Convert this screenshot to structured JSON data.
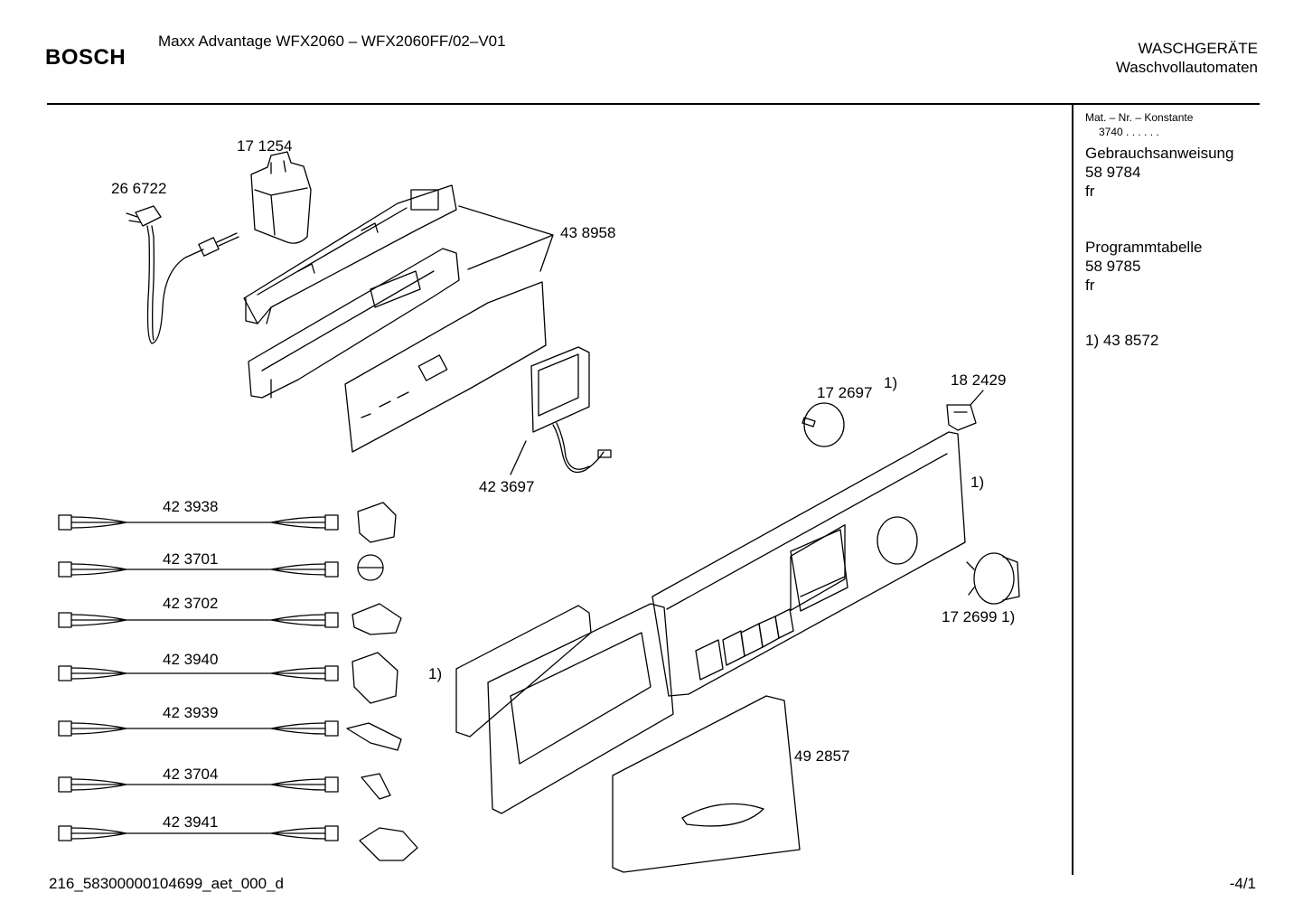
{
  "header": {
    "brand": "BOSCH",
    "model_title": "Maxx Advantage WFX2060 – WFX2060FF/02–V01",
    "category": "WASCHGERÄTE",
    "subcategory": "Waschvollautomaten"
  },
  "sidebar": {
    "mat_label": "Mat. – Nr. – Konstante",
    "mat_value": "3740 . . . . . .",
    "docs": [
      {
        "title": "Gebrauchsanweisung",
        "number": "58 9784",
        "lang": "fr"
      },
      {
        "title": "Programmtabelle",
        "number": "58 9785",
        "lang": "fr"
      }
    ],
    "note": "1)  43 8572"
  },
  "parts": {
    "p171254": "17 1254",
    "p266722": "26 6722",
    "p438958": "43 8958",
    "p423697": "42 3697",
    "p172697": "17 2697",
    "p172697_note": "1)",
    "p182429": "18 2429",
    "panel_note": "1)",
    "p172699": "17 2699 1)",
    "frame_note": "1)",
    "p492857": "49 2857",
    "cables": [
      "42 3938",
      "42 3701",
      "42 3702",
      "42 3940",
      "42 3939",
      "42 3704",
      "42 3941"
    ]
  },
  "footer": {
    "file_id": "216_58300000104699_aet_000_d",
    "page": "-4/1"
  }
}
